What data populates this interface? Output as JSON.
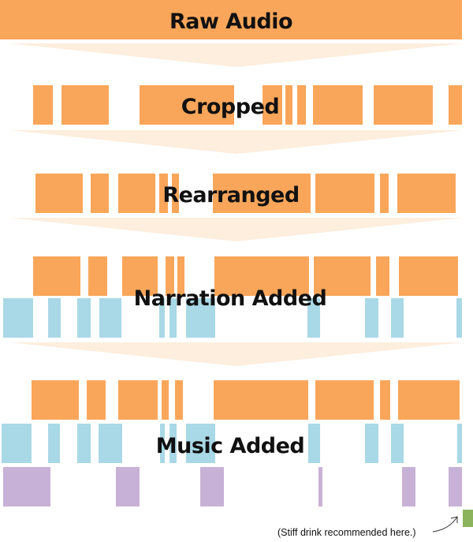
{
  "stages": [
    {
      "label": "Raw Audio"
    },
    {
      "label": "Cropped"
    },
    {
      "label": "Rearranged"
    },
    {
      "label": "Narration Added"
    },
    {
      "label": "Music Added"
    }
  ],
  "note": "(Stiff drink recommended here.)",
  "colors": {
    "audio": "#f9a65a",
    "narration": "#a9d8e6",
    "music": "#c8b1d6",
    "arrow": "#fdeedd",
    "note_marker": "#8cb45c"
  }
}
